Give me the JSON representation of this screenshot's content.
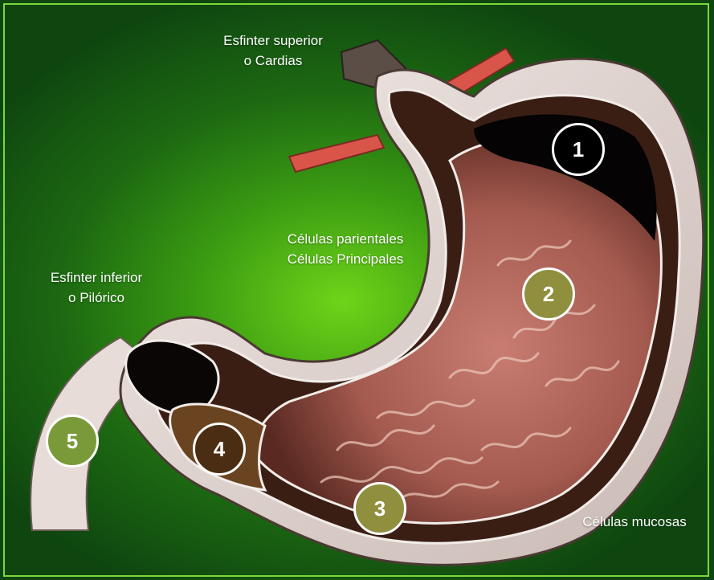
{
  "labels": {
    "cardias_line1": "Esfinter superior",
    "cardias_line2": "o Cardias",
    "parietales": "Células parientales",
    "principales": "Células Principales",
    "pilorico_line1": "Esfinter inferior",
    "pilorico_line2": "o Pilórico",
    "mucosas": "Células mucosas"
  },
  "markers": [
    {
      "label": "1",
      "fill": "#000000"
    },
    {
      "label": "2",
      "fill": "#8f8f3e"
    },
    {
      "label": "3",
      "fill": "#8f8f3e"
    },
    {
      "label": "4",
      "fill": "#4a2d12"
    },
    {
      "label": "5",
      "fill": "#7a9a3a"
    }
  ],
  "colors": {
    "background_center": "#6ed419",
    "background_edge": "#0f4610",
    "frame": "#7bd83a",
    "stomach_wall": "#e6dcd6",
    "mucosa": "#b5655a",
    "esophagus": "#5a4e46",
    "duodenum": "#e7dcd8",
    "vessel": "#d9554a"
  }
}
